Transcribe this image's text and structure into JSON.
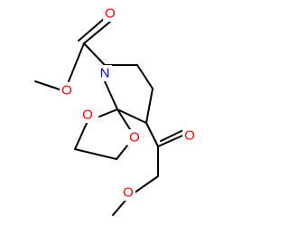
{
  "structure": {
    "atoms": [
      {
        "id": "O_carbonyl_1",
        "symbol": "O",
        "color": "#ff0000"
      },
      {
        "id": "O_ester_1",
        "symbol": "O",
        "color": "#ff0000"
      },
      {
        "id": "N_ring",
        "symbol": "N",
        "color": "#0000ff"
      },
      {
        "id": "O_ketal_left",
        "symbol": "O",
        "color": "#ff0000"
      },
      {
        "id": "O_ketal_right",
        "symbol": "O",
        "color": "#ff0000"
      },
      {
        "id": "O_carbonyl_2",
        "symbol": "O",
        "color": "#ff0000"
      },
      {
        "id": "O_ester_2",
        "symbol": "O",
        "color": "#ff0000"
      }
    ]
  }
}
